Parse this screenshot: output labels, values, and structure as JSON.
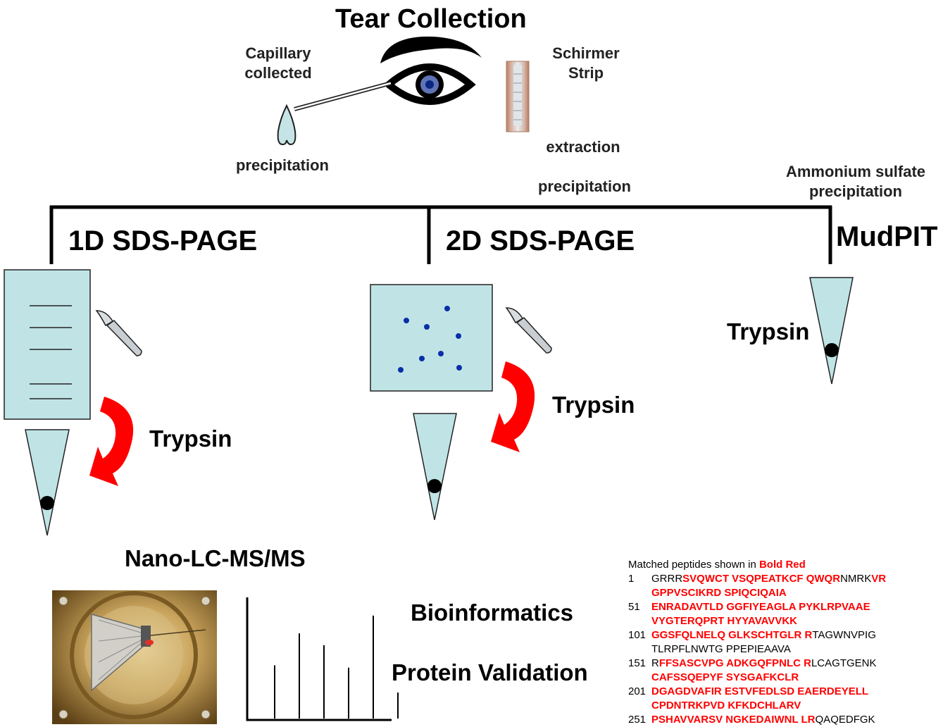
{
  "title": "Tear Collection",
  "labels": {
    "capillary": "Capillary\ncollected",
    "schirmer": "Schirmer\nStrip",
    "precip_left": "precipitation",
    "extraction": "extraction",
    "precip_mid": "precipitation",
    "ammonium": "Ammonium sulfate\nprecipitation"
  },
  "methods": {
    "one_d": "1D SDS-PAGE",
    "two_d": "2D SDS-PAGE",
    "mudpit": "MudPIT"
  },
  "trypsin": [
    "Trypsin",
    "Trypsin",
    "Trypsin"
  ],
  "nanolc": "Nano-LC-MS/MS",
  "bioinformatics": "Bioinformatics",
  "validation": "Protein Validation",
  "peptides": {
    "header_prefix": "Matched peptides shown in ",
    "header_highlight": "Bold Red",
    "rows": [
      {
        "num": "1",
        "segments": [
          {
            "t": "GRRR",
            "red": false
          },
          {
            "t": "SVQWCT VSQPEATKCF QWQR",
            "red": true
          },
          {
            "t": "NMRK",
            "red": false
          },
          {
            "t": "VR",
            "red": true
          }
        ]
      },
      {
        "num": "",
        "segments": [
          {
            "t": "GPPVSCIKRD SPIQCIQAIA",
            "red": true
          }
        ]
      },
      {
        "num": "51",
        "segments": [
          {
            "t": "ENRADAVTLD GGFIYEAGLA PYKLRPVAAE",
            "red": true
          }
        ]
      },
      {
        "num": "",
        "segments": [
          {
            "t": "VYGTERQPRT HYYAVAVVKK",
            "red": true
          }
        ]
      },
      {
        "num": "101",
        "segments": [
          {
            "t": "GGSFQLNELQ GLKSCHTGLR R",
            "red": true
          },
          {
            "t": "TAGWNVPIG",
            "red": false
          }
        ]
      },
      {
        "num": "",
        "segments": [
          {
            "t": "TLRPFLNWTG PPEPIEAAVA",
            "red": false
          }
        ]
      },
      {
        "num": "151",
        "segments": [
          {
            "t": "R",
            "red": false
          },
          {
            "t": "FFSASCVPG ADKGQFPNLC R",
            "red": true
          },
          {
            "t": "LCAGTGENK",
            "red": false
          }
        ]
      },
      {
        "num": "",
        "segments": [
          {
            "t": "CAFSSQEPYF SYSGAFKCLR",
            "red": true
          }
        ]
      },
      {
        "num": "201",
        "segments": [
          {
            "t": "DGAGDVAFIR ESTVFEDLSD EAERDEYELL",
            "red": true
          }
        ]
      },
      {
        "num": "",
        "segments": [
          {
            "t": "CPDNTRKPVD KFKDCHLARV",
            "red": true
          }
        ]
      },
      {
        "num": "251",
        "segments": [
          {
            "t": "PSHAVVARSV NGKEDAIWNL LR",
            "red": true
          },
          {
            "t": "QAQEDFGK",
            "red": false
          }
        ]
      }
    ]
  },
  "spectrum_peaks": [
    0.45,
    0.72,
    0.62,
    0.43,
    0.87,
    0.22
  ],
  "colors": {
    "gel": "#c0e4e6",
    "arrow": "#ff0000",
    "spot": "#0a2fa8",
    "red_text": "#ff0000"
  },
  "icons": [
    "eye-icon",
    "tear-drop-icon",
    "schirmer-strip-icon",
    "scalpel-icon",
    "trypsin-arrow-icon",
    "tube-icon",
    "instrument-photo",
    "spectrum-icon"
  ]
}
